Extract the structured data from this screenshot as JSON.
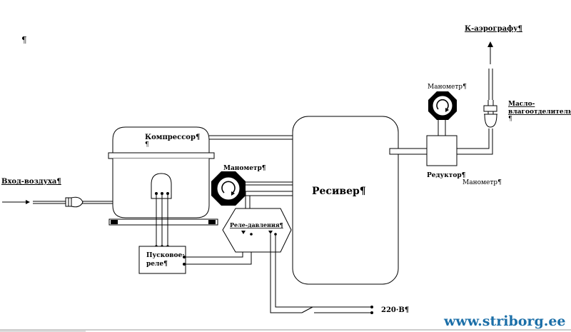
{
  "labels": {
    "to_airbrush": "К-аэрографу¶",
    "air_inlet": "Вход-воздуха¶",
    "compressor": "Компрессор¶",
    "compressor_mark": "¶",
    "gauge_left": "Манометр¶",
    "gauge_right": "Манометр¶",
    "gauge_bottom": "Манометр¶",
    "receiver": "Ресивер¶",
    "reducer": "Редуктор¶",
    "oil_separator_line1": "Масло-",
    "oil_separator_line2": "влагоотделитель¶",
    "oil_separator_mark": "¶",
    "pressure_switch": "Реле-давления¶",
    "start_relay_line1": "Пусковое·",
    "start_relay_line2": "реле¶",
    "power": "220·В¶",
    "corner_mark": "¶"
  },
  "watermark": "www.striborg.ee",
  "colors": {
    "line": "#000000",
    "watermark": "#1c6fa8"
  }
}
